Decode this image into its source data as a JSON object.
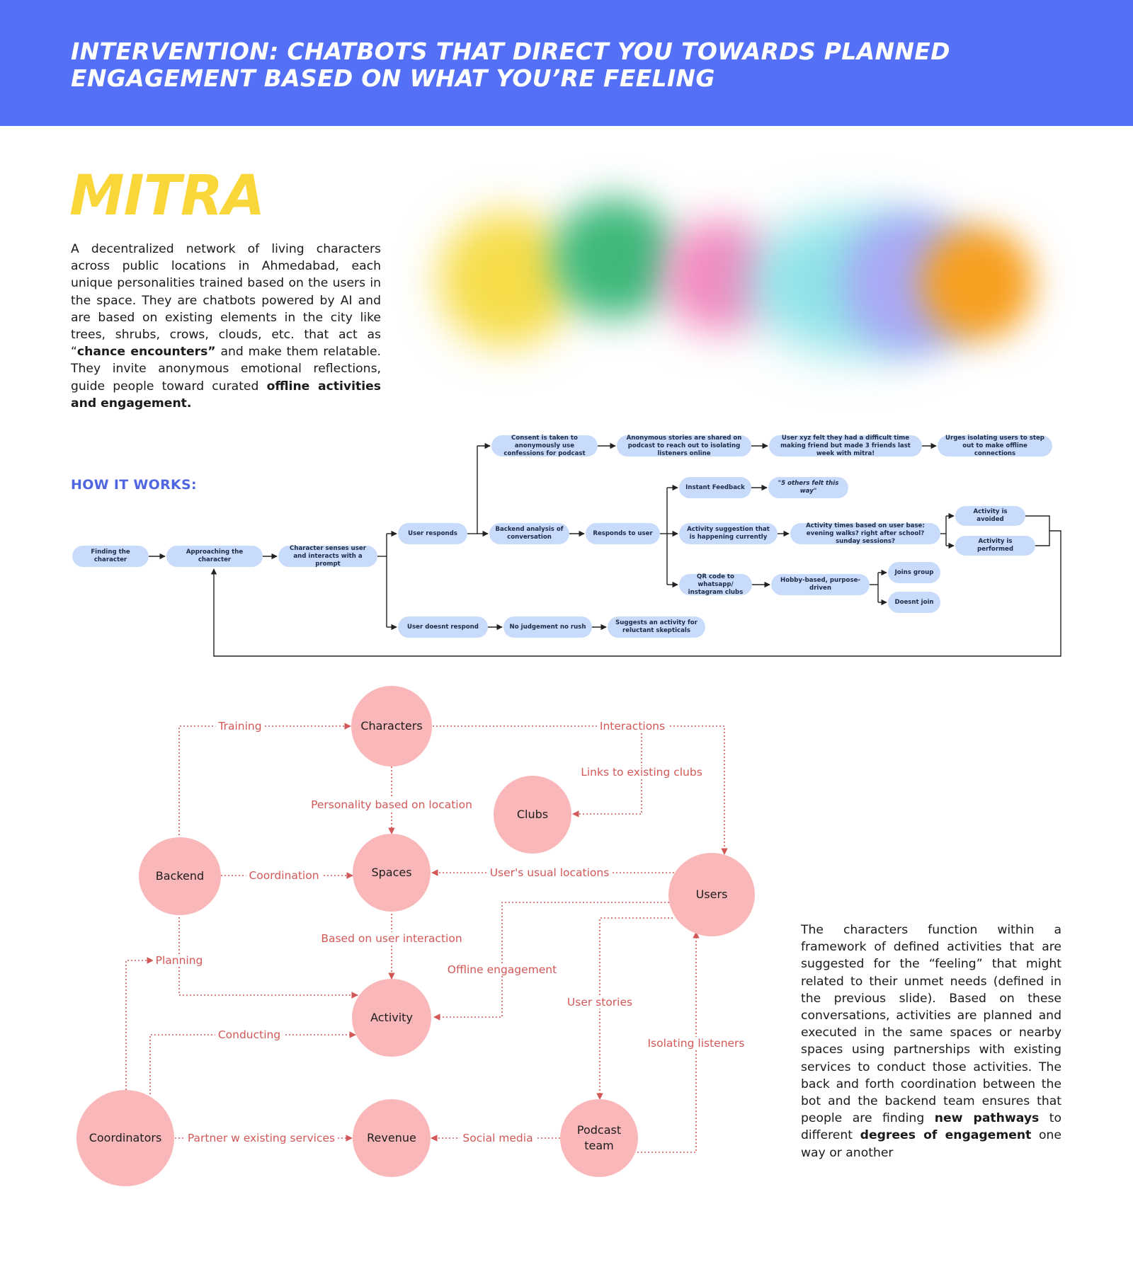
{
  "header": {
    "title_line1": "INTERVENTION: CHATBOTS THAT DIRECT YOU TOWARDS PLANNED",
    "title_line2": "ENGAGEMENT BASED ON WHAT YOU’RE FEELING"
  },
  "brand": "MITRA",
  "intro": {
    "part1": "A decentralized network of living characters across public locations in Ahmedabad, each unique personalities trained based on the users in the space. They are chatbots powered by AI and are based on existing elements in the city like trees, shrubs, crows, clouds, etc. that act as “",
    "bold1": "chance encounters”",
    "part2": " and make them relatable. They invite anonymous emotional reflections, guide people toward curated ",
    "bold2": "offline activities and engagement."
  },
  "blob_colors": [
    "#f7dd4a",
    "#3fb97b",
    "#f28cc0",
    "#8fe3e8",
    "#a9a9f5",
    "#f7a020"
  ],
  "how_it_works": {
    "heading": "HOW IT WORKS:",
    "steps": {
      "finding": "Finding the character",
      "approaching": "Approaching the character",
      "senses": "Character senses user and interacts with a prompt",
      "responds": "User responds",
      "consent": "Consent is taken to anonymously use confessions for podcast",
      "anon_stories": "Anonymous stories are shared on podcast to reach out to isolating listeners online",
      "user_xyz": "User xyz felt they had a difficult time making friend but made 3 friends last week with mitra!",
      "urges": "Urges isolating users to step out to make offline connections",
      "backend_analysis": "Backend analysis of conversation",
      "responds_to_user": "Responds to user",
      "instant_feedback": "Instant Feedback",
      "five_others": "\"5 others felt this way\"",
      "activity_suggestion": "Activity suggestion that is happening currently",
      "activity_times": "Activity times based on user base: evening walks? right after school? sunday sessions?",
      "avoided": "Activity is avoided",
      "performed": "Activity is performed",
      "qr": "QR code to whatsapp/ instagram clubs",
      "hobby": "Hobby-based, purpose-driven",
      "joins": "Joins group",
      "doesnt_join": "Doesnt join",
      "no_respond": "User doesnt respond",
      "no_judgement": "No judgement no rush",
      "suggests": "Suggests an activity for reluctant skepticals"
    }
  },
  "ecosystem": {
    "nodes": {
      "characters": "Characters",
      "clubs": "Clubs",
      "backend": "Backend",
      "spaces": "Spaces",
      "users": "Users",
      "activity": "Activity",
      "coordinators": "Coordinators",
      "revenue": "Revenue",
      "podcast": "Podcast team"
    },
    "edges": {
      "training": "Training",
      "interactions": "Interactions",
      "links_clubs": "Links to existing clubs",
      "personality": "Personality based on location",
      "coordination": "Coordination",
      "usual_locations": "User's usual locations",
      "based_on_interaction": "Based on user interaction",
      "offline_engagement": "Offline engagement",
      "planning": "Planning",
      "user_stories": "User stories",
      "conducting": "Conducting",
      "isolating": "Isolating listeners",
      "partner": "Partner w existing services",
      "social_media": "Social media"
    },
    "colors": {
      "node": "#f9b7b9",
      "edge": "#d25858"
    }
  },
  "outro": {
    "part1": "The characters function within a framework of defined activities that are suggested for the “feeling” that might related to their unmet needs (defined in the previous slide). Based on these conversations, activities are planned and executed in the same spaces or nearby spaces using partnerships with existing services to conduct those activities. The back and forth coordination between the bot and the backend team ensures that people are finding ",
    "bold1": "new pathways",
    "part2": " to different ",
    "bold2": "degrees of engagement",
    "part3": " one way or another"
  }
}
